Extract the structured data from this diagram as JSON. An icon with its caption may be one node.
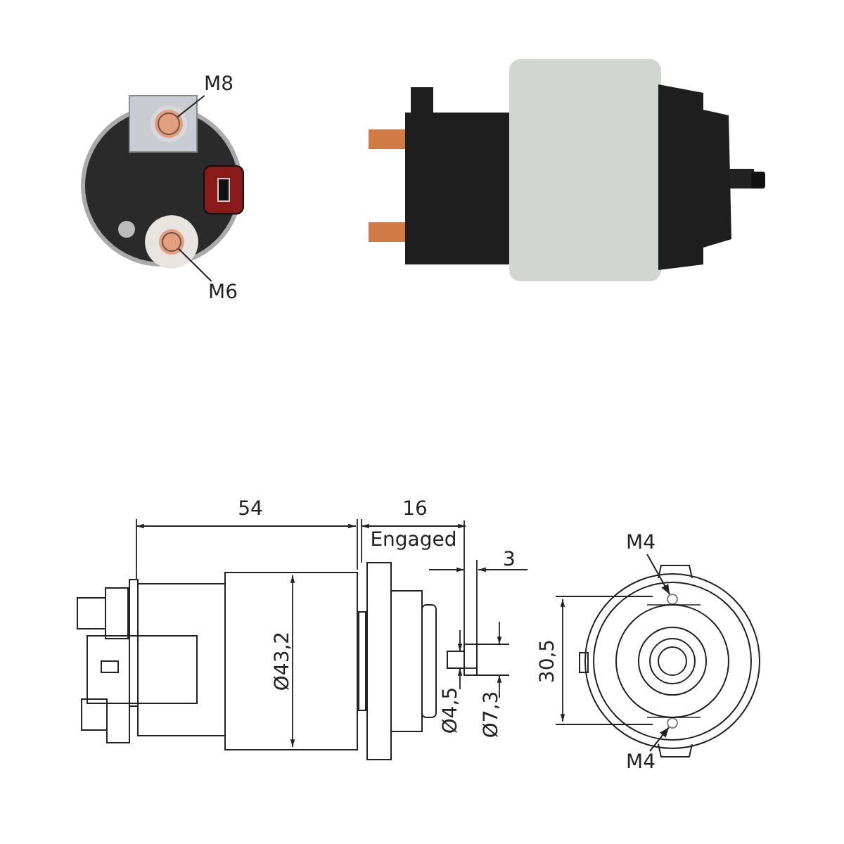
{
  "diagram": {
    "nodes": [
      {
        "text": [
          "M8"
        ]
      },
      {
        "text": [],
        "shape": "circle"
      },
      {
        "text": [
          "M6"
        ]
      },
      {
        "text": [],
        "shape": "circle"
      },
      {
        "text": [
          "M4"
        ]
      },
      {
        "text": [],
        "shape": "circle"
      },
      {
        "text": [
          "M4"
        ]
      },
      {
        "text": [],
        "shape": "circle"
      }
    ],
    "edges": [
      {
        "from": 0,
        "to": 1,
        "arrow": "none"
      },
      {
        "from": 2,
        "to": 3,
        "arrow": "none"
      },
      {
        "from": 4,
        "to": 5,
        "arrow": "to"
      },
      {
        "from": 6,
        "to": 7,
        "arrow": "to"
      }
    ],
    "labels": [
      "54",
      "16",
      "Engaged",
      "3",
      "Ø43,2",
      "Ø4,5",
      "Ø7,3",
      "30,5"
    ]
  }
}
